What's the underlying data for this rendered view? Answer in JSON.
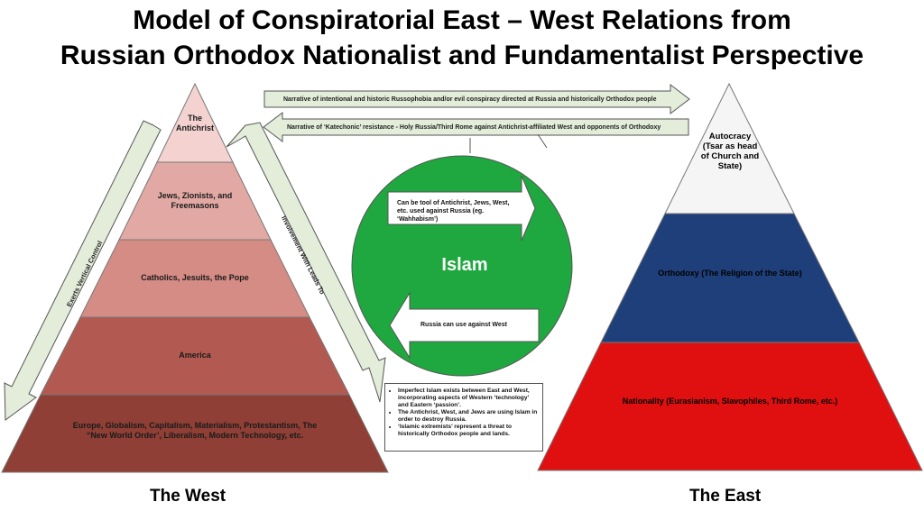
{
  "title_line1": "Model of Conspiratorial East – West Relations from",
  "title_line2": "Russian Orthodox Nationalist and Fundamentalist Perspective",
  "west": {
    "label": "The West",
    "tiers": [
      "The Antichrist",
      "Jews, Zionists, and Freemasons",
      "Catholics, Jesuits, the Pope",
      "America",
      "Europe, Globalism, Capitalism, Materialism, Protestantism, The “New World Order’, Liberalism, Modern Technology, etc."
    ],
    "tier_colors": [
      "#f3d2d0",
      "#e2a9a4",
      "#d48c85",
      "#b25a51",
      "#8f3f35"
    ],
    "left_arrow_text": "Exerts Vertical Control",
    "right_arrow_text": "Involvement With Leads To"
  },
  "east": {
    "label": "The East",
    "tiers": [
      "Autocracy (Tsar as head of Church and State)",
      "Orthodoxy (The Religion of the State)",
      "Nationality (Eurasianism, Slavophiles, Third Rome, etc.)"
    ],
    "tier_colors": [
      "#f5f5f5",
      "#1f3f7a",
      "#e01010"
    ]
  },
  "narratives": {
    "top": "Narrative of intentional and historic Russophobia and/or evil conspiracy directed at Russia and historically Orthodox people",
    "bottom": "Narrative of ‘Katechonic’ resistance - Holy Russia/Third Rome against Antichrist-affiliated West and opponents of Orthodoxy"
  },
  "islam": {
    "label": "Islam",
    "color": "#1fa83f",
    "arrow_right_text": "Can be tool of Antichrist, Jews, West, etc. used against Russia (eg. ‘Wahhabism’)",
    "arrow_left_text": "Russia can use against West"
  },
  "notes": [
    "Imperfect Islam exists between East and West, incorporating aspects of Western ‘technology’ and Eastern ‘passion’.",
    "The Antichrist, West, and Jews are using Islam in order to destroy Russia.",
    "‘Islamic extremists’ represent a threat to historically Orthodox people and lands."
  ],
  "arrow_fill": "#e3edd9"
}
